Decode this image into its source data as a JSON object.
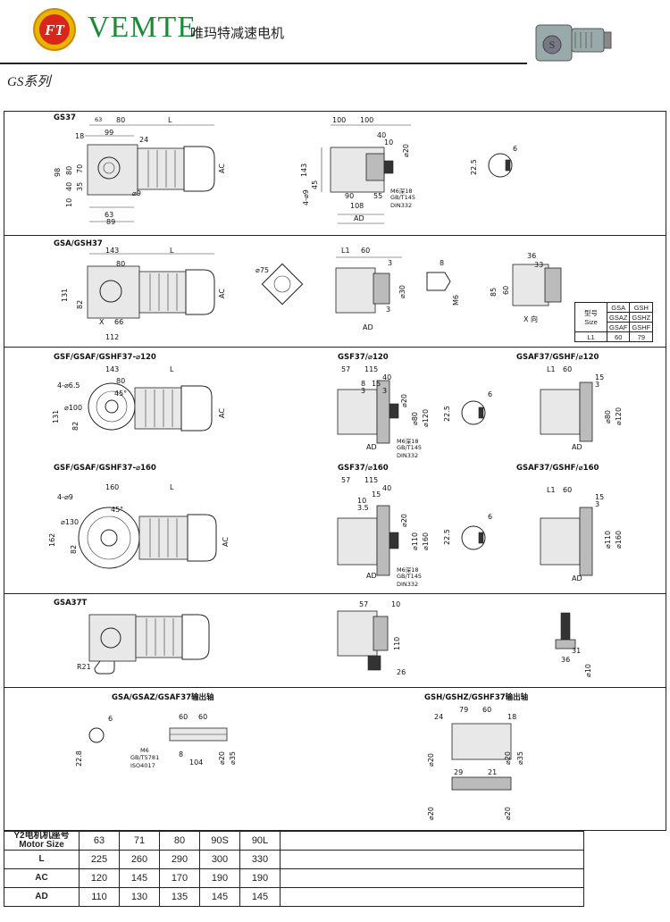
{
  "header": {
    "logo_text": "FT",
    "brand": "VEMTE",
    "brand_cn": "唯玛特减速电机",
    "series": "GS系列"
  },
  "sections": {
    "gs37": {
      "title": "GS37"
    },
    "gsa37": {
      "title": "GSA/GSH37"
    },
    "gsf120": {
      "title": "GSF/GSAF/GSHF37-⌀120",
      "sub1": "GSF37/⌀120",
      "sub2": "GSAF37/GSHF/⌀120"
    },
    "gsf160": {
      "title": "GSF/GSAF/GSHF37-⌀160",
      "sub1": "GSF37/⌀160",
      "sub2": "GSAF37/GSHF/⌀160"
    },
    "gsa37t": {
      "title": "GSA37T"
    },
    "shafts": {
      "left": "GSA/GSAZ/GSAF37输出轴",
      "right": "GSH/GSHZ/GSHF37输出轴"
    }
  },
  "l1_table": {
    "header_cn": "型号",
    "header_en": "Size",
    "cols": [
      [
        "GSA",
        "GSAZ",
        "GSAF"
      ],
      [
        "GSH",
        "GSHZ",
        "GSHF"
      ]
    ],
    "row_label": "L1",
    "values": [
      "60",
      "79"
    ]
  },
  "motor_table": {
    "header_cn": "Y2电机机座号",
    "header_en": "Motor Size",
    "sizes": [
      "63",
      "71",
      "80",
      "90S",
      "90L"
    ],
    "rows": [
      {
        "label": "L",
        "values": [
          "225",
          "260",
          "290",
          "300",
          "330"
        ]
      },
      {
        "label": "AC",
        "values": [
          "120",
          "145",
          "170",
          "190",
          "190"
        ]
      },
      {
        "label": "AD",
        "values": [
          "110",
          "130",
          "135",
          "145",
          "145"
        ]
      }
    ]
  },
  "dims": {
    "gs37": [
      "63",
      "80",
      "L",
      "18",
      "99",
      "24",
      "98",
      "80",
      "70",
      "40",
      "35",
      "10",
      "63",
      "89",
      "⌀9",
      "AC"
    ],
    "gs37_side": [
      "100",
      "100",
      "40",
      "10",
      "⌀20",
      "143",
      "45",
      "4-⌀9",
      "90",
      "55",
      "108",
      "AD",
      "M6深18",
      "GB/T145",
      "DIN332"
    ],
    "key1": [
      "6",
      "22.5"
    ],
    "gsa": [
      "143",
      "L",
      "80",
      "131",
      "82",
      "X",
      "66",
      "112",
      "AC",
      "⌀75"
    ],
    "gsa_side": [
      "L1",
      "60",
      "3",
      "⌀30",
      "3",
      "AD",
      "8",
      "M6",
      "36",
      "33",
      "85",
      "60",
      "X 向"
    ],
    "gsf120": [
      "143",
      "L",
      "80",
      "4-⌀6.5",
      "45°",
      "⌀100",
      "131",
      "82",
      "AC"
    ],
    "gsf120_side": [
      "57",
      "115",
      "40",
      "15",
      "8",
      "3",
      "3",
      "⌀20",
      "⌀80",
      "⌀120",
      "AD",
      "M6深18",
      "GB/T145",
      "DIN332",
      "6",
      "22.5",
      "L1",
      "60",
      "15",
      "3",
      "⌀80",
      "⌀120",
      "AD"
    ],
    "gsf160": [
      "160",
      "L",
      "4-⌀9",
      "45°",
      "⌀130",
      "162",
      "82",
      "AC"
    ],
    "gsf160_side": [
      "57",
      "115",
      "40",
      "15",
      "10",
      "3.5",
      "⌀20",
      "⌀110",
      "⌀160",
      "AD",
      "M6深18",
      "GB/T145",
      "DIN332",
      "6",
      "22.5",
      "L1",
      "60",
      "15",
      "3",
      "⌀110",
      "⌀160",
      "AD"
    ],
    "gsa37t": [
      "R21",
      "57",
      "10",
      "110",
      "26",
      "31",
      "36",
      "⌀10"
    ],
    "shaft_left": [
      "6",
      "60",
      "60",
      "22.8",
      "M6",
      "GB/T5781",
      "ISO4017",
      "8",
      "104",
      "⌀20",
      "⌀35"
    ],
    "shaft_right": [
      "24",
      "79",
      "60",
      "18",
      "⌀20",
      "⌀20",
      "⌀35",
      "29",
      "21",
      "⌀20",
      "⌀20"
    ]
  }
}
